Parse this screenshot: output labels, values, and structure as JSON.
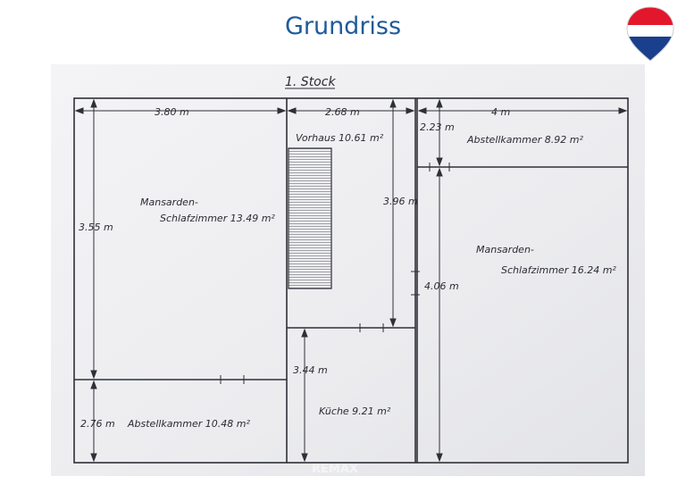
{
  "page": {
    "title": "Grundriss"
  },
  "brand": {
    "logo_icon": "remax-balloon-icon",
    "colors": {
      "red": "#e3172b",
      "blue": "#1a3f8c",
      "white": "#ffffff"
    }
  },
  "plan": {
    "floor_label": "1. Stock",
    "watermark": "REMAX",
    "dimensions": {
      "top_left_width": "3.80 m",
      "top_mid_width": "2.68 m",
      "top_right_width": "4 m",
      "left_height": "3.55 m",
      "vorhaus_height": "3.96 m",
      "right_top_height": "2.23 m",
      "right_height": "4.06 m",
      "kueche_height": "3.44 m",
      "bottom_left_height": "2.76 m"
    },
    "rooms": {
      "schlafzimmer_left_line1": "Mansarden-",
      "schlafzimmer_left_line2": "Schlafzimmer 13.49 m²",
      "vorhaus": "Vorhaus 10.61 m²",
      "abstellkammer_right": "Abstellkammer 8.92 m²",
      "schlafzimmer_right_line1": "Mansarden-",
      "schlafzimmer_right_line2": "Schlafzimmer 16.24 m²",
      "abstellkammer_left": "Abstellkammer 10.48 m²",
      "kueche": "Küche 9.21 m²"
    }
  }
}
